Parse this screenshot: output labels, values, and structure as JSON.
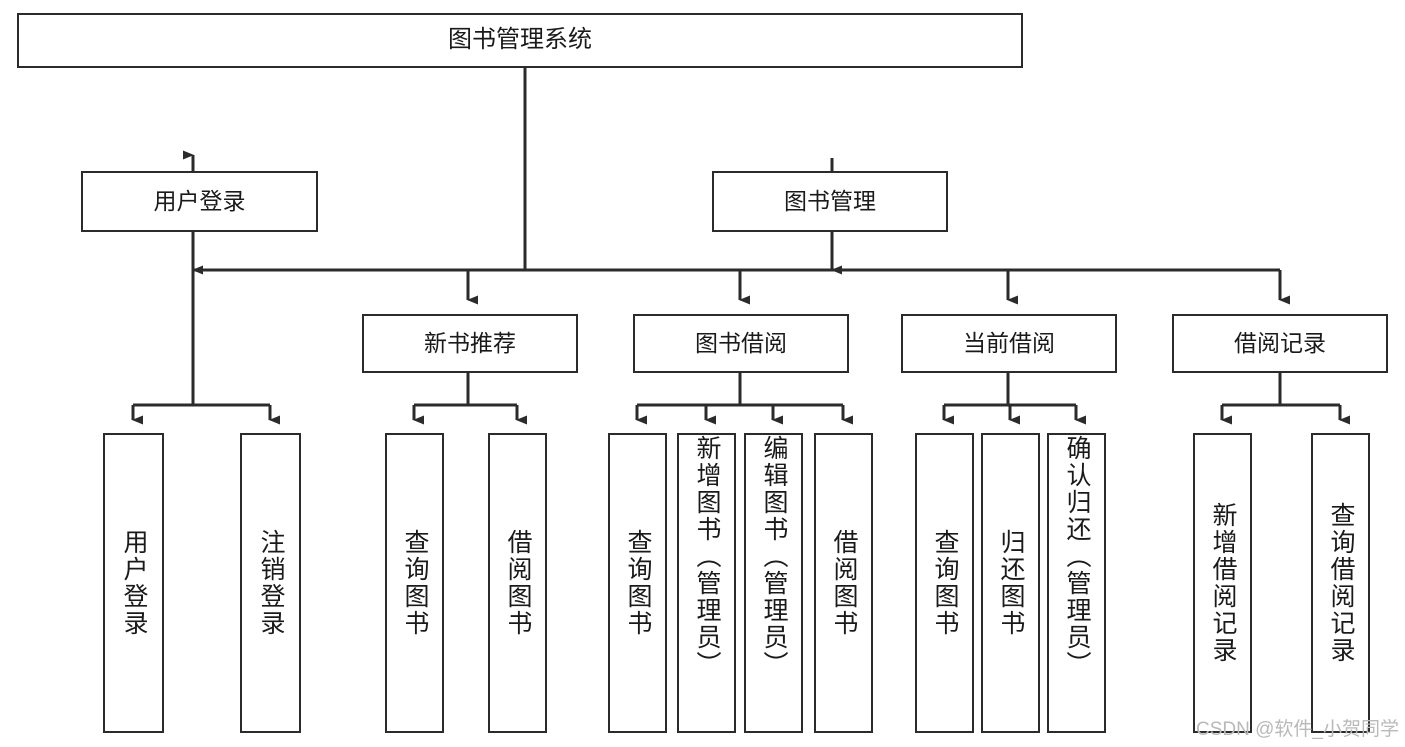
{
  "diagram": {
    "title": "图书管理系统",
    "type": "tree",
    "theme": {
      "stroke": "#2b2b2b",
      "fill": "#ffffff",
      "text": "#1a1a1a",
      "watermark_color": "#b9b9b9"
    },
    "watermark": "CSDN @软件_小贺同学",
    "nodes": {
      "root": {
        "label": "图书管理系统"
      },
      "level2": [
        {
          "label": "用户登录"
        },
        {
          "label": "图书管理"
        }
      ],
      "level3": [
        {
          "label": "新书推荐"
        },
        {
          "label": "图书借阅"
        },
        {
          "label": "当前借阅"
        },
        {
          "label": "借阅记录"
        }
      ],
      "leaves_user_login": [
        {
          "label": "用户登录"
        },
        {
          "label": "注销登录"
        }
      ],
      "leaves_new_book": [
        {
          "label": "查询图书"
        },
        {
          "label": "借阅图书"
        }
      ],
      "leaves_borrow": [
        {
          "label": "查询图书"
        },
        {
          "label": "新增图书（管理员）"
        },
        {
          "label": "编辑图书（管理员）"
        },
        {
          "label": "借阅图书"
        }
      ],
      "leaves_current": [
        {
          "label": "查询图书"
        },
        {
          "label": "归还图书"
        },
        {
          "label": "确认归还（管理员）"
        }
      ],
      "leaves_records": [
        {
          "label": "新增借阅记录"
        },
        {
          "label": "查询借阅记录"
        }
      ]
    }
  }
}
